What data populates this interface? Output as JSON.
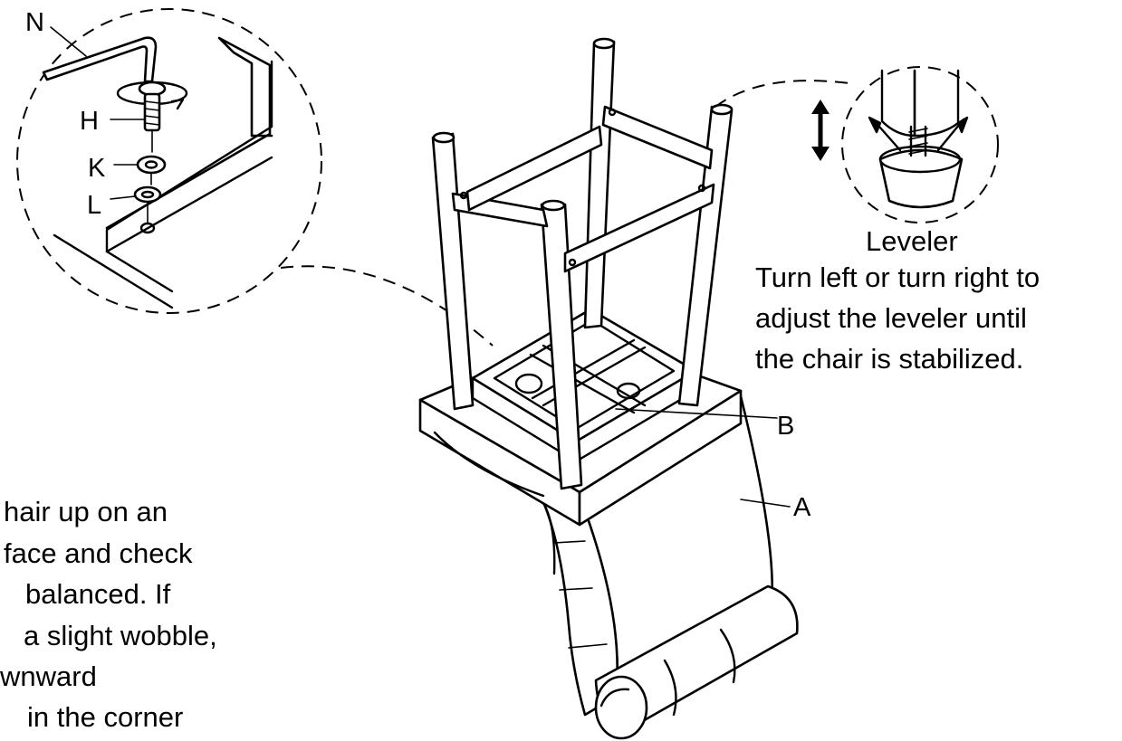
{
  "labels": {
    "N": "N",
    "H": "H",
    "K": "K",
    "L": "L",
    "A": "A",
    "B": "B"
  },
  "leveler": {
    "title": "Leveler",
    "instructions": [
      "Turn left or turn right to",
      "adjust the leveler until",
      "the chair is stabilized."
    ]
  },
  "note": {
    "lines": [
      "hair up on an",
      "face and check",
      "balanced. If",
      "a slight wobble,",
      "wnward",
      "in the corner"
    ]
  }
}
